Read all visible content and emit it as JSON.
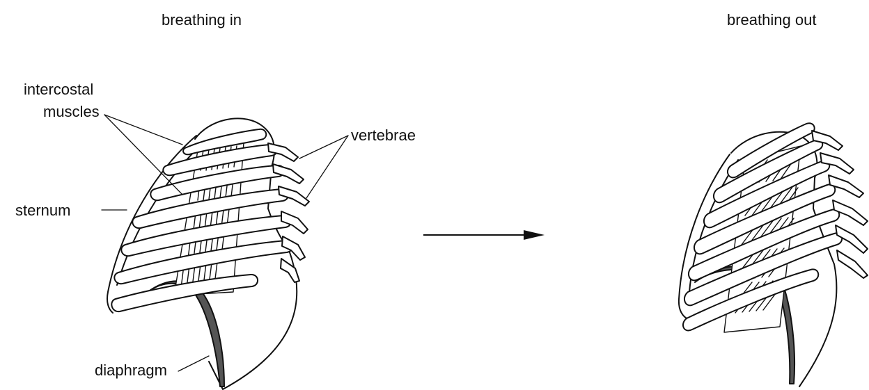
{
  "panels": {
    "left_heading": "breathing in",
    "right_heading": "breathing out"
  },
  "labels": {
    "intercostal_line1": "intercostal",
    "intercostal_line2": "muscles",
    "vertebrae": "vertebrae",
    "sternum": "sternum",
    "diaphragm": "diaphragm"
  },
  "colors": {
    "stroke": "#111111",
    "diaphragm_fill": "#555555",
    "background": "#ffffff"
  }
}
